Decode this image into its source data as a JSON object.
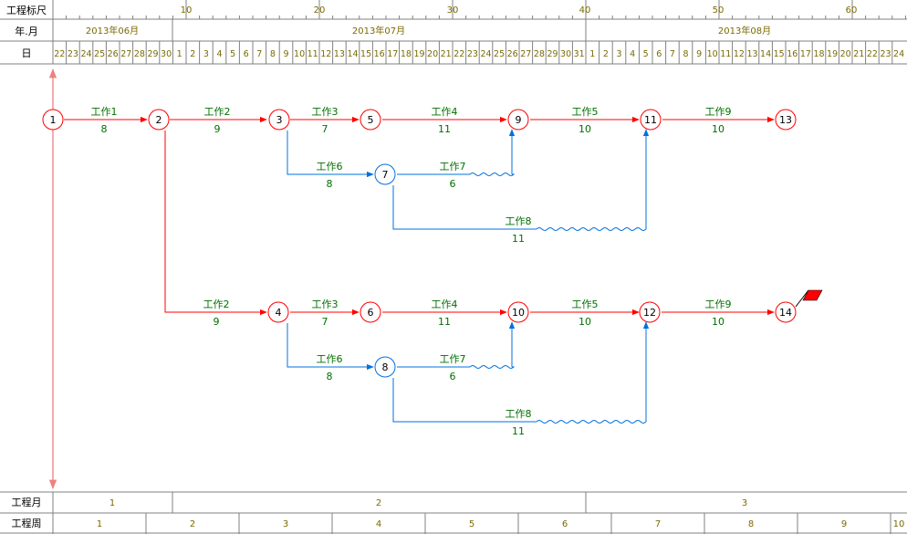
{
  "header": {
    "scale_label": "工程标尺",
    "month_label": "年.月",
    "day_label": "日",
    "scale_ticks": [
      "10",
      "20",
      "30",
      "40",
      "50",
      "60"
    ],
    "months": [
      "2013年06月",
      "2013年07月",
      "2013年08月"
    ],
    "days": [
      "22",
      "23",
      "24",
      "25",
      "26",
      "27",
      "28",
      "29",
      "30",
      "1",
      "2",
      "3",
      "4",
      "5",
      "6",
      "7",
      "8",
      "9",
      "10",
      "11",
      "12",
      "13",
      "14",
      "15",
      "16",
      "17",
      "18",
      "19",
      "20",
      "21",
      "22",
      "23",
      "24",
      "25",
      "26",
      "27",
      "28",
      "29",
      "30",
      "31",
      "1",
      "2",
      "3",
      "4",
      "5",
      "6",
      "7",
      "8",
      "9",
      "10",
      "11",
      "12",
      "13",
      "14",
      "15",
      "16",
      "17",
      "18",
      "19",
      "20",
      "21",
      "22",
      "23",
      "24"
    ]
  },
  "footer": {
    "month_label": "工程月",
    "week_label": "工程周",
    "months": [
      "1",
      "2",
      "3"
    ],
    "weeks": [
      "1",
      "2",
      "3",
      "4",
      "5",
      "6",
      "7",
      "8",
      "9",
      "10"
    ]
  },
  "nodes": [
    "1",
    "2",
    "3",
    "5",
    "9",
    "11",
    "13",
    "7",
    "4",
    "6",
    "10",
    "12",
    "14",
    "8"
  ],
  "tasks": [
    {
      "name": "工作1",
      "duration": "8"
    },
    {
      "name": "工作2",
      "duration": "9"
    },
    {
      "name": "工作3",
      "duration": "7"
    },
    {
      "name": "工作4",
      "duration": "11"
    },
    {
      "name": "工作5",
      "duration": "10"
    },
    {
      "name": "工作9",
      "duration": "10"
    },
    {
      "name": "工作6",
      "duration": "8"
    },
    {
      "name": "工作7",
      "duration": "6"
    },
    {
      "name": "工作8",
      "duration": "11"
    },
    {
      "name": "工作2",
      "duration": "9"
    },
    {
      "name": "工作3",
      "duration": "7"
    },
    {
      "name": "工作4",
      "duration": "11"
    },
    {
      "name": "工作5",
      "duration": "10"
    },
    {
      "name": "工作9",
      "duration": "10"
    },
    {
      "name": "工作6",
      "duration": "8"
    },
    {
      "name": "工作7",
      "duration": "6"
    },
    {
      "name": "工作8",
      "duration": "11"
    }
  ],
  "colors": {
    "critical": "#ff0000",
    "noncritical": "#0070e0",
    "label_green": "#007000",
    "axis_gold": "#7a6a00",
    "timeline_pink": "#f08080",
    "grid": "#808080"
  }
}
